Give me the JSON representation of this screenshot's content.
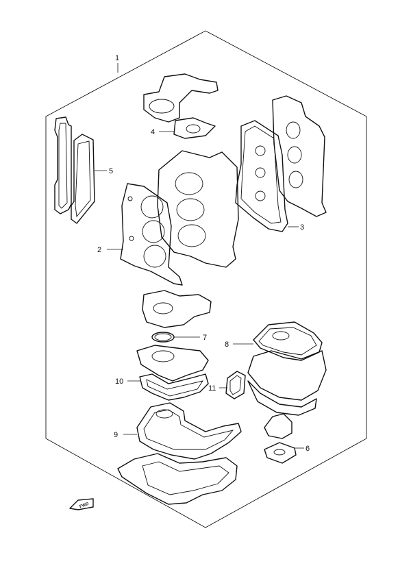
{
  "callouts": [
    {
      "id": "1",
      "label": "1"
    },
    {
      "id": "2",
      "label": "2"
    },
    {
      "id": "3",
      "label": "3"
    },
    {
      "id": "4",
      "label": "4"
    },
    {
      "id": "5",
      "label": "5"
    },
    {
      "id": "6",
      "label": "6"
    },
    {
      "id": "7",
      "label": "7"
    },
    {
      "id": "8",
      "label": "8"
    },
    {
      "id": "9",
      "label": "9"
    },
    {
      "id": "10",
      "label": "10"
    },
    {
      "id": "11",
      "label": "11"
    }
  ],
  "forward_marker": {
    "label": "FWD"
  },
  "icons": {
    "forward": "forward-arrow-icon"
  }
}
